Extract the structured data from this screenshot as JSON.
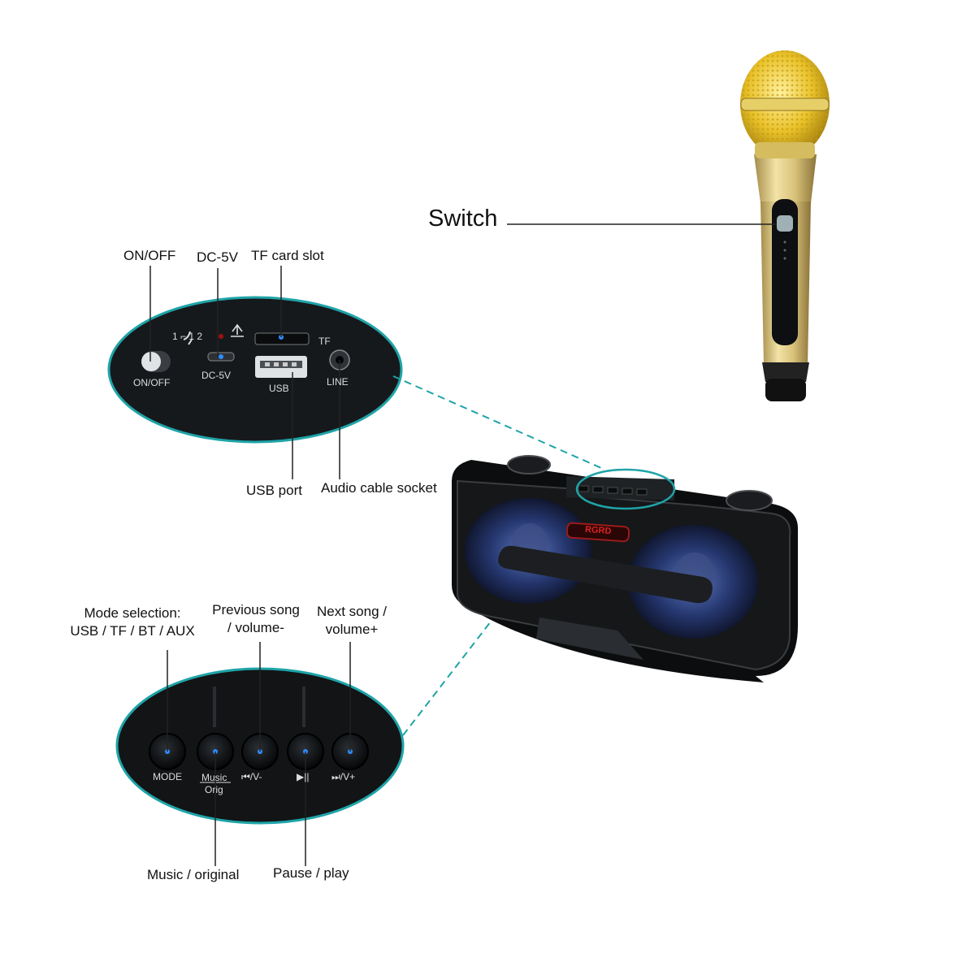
{
  "labels": {
    "switch": "Switch",
    "on_off": "ON/OFF",
    "dc_5v": "DC-5V",
    "tf_card_slot": "TF card slot",
    "usb_port": "USB port",
    "audio_cable_socket": "Audio cable socket",
    "mode_selection_line1": "Mode selection:",
    "mode_selection_line2": "USB / TF / BT / AUX",
    "previous_song_line1": "Previous song",
    "previous_song_line2": "/ volume-",
    "next_song_line1": "Next song /",
    "next_song_line2": "volume+",
    "music_original": "Music / original",
    "pause_play": "Pause / play"
  },
  "port_panel": {
    "on_off": "ON/OFF",
    "dc_5v": "DC-5V",
    "tf": "TF",
    "usb": "USB",
    "line": "LINE",
    "icon_marks": "1 ⌐ 1 2"
  },
  "button_panel": {
    "mode": "MODE",
    "music": "Music",
    "orig": "Orig",
    "prev": "⏮/V-",
    "play": "▶||",
    "next": "⏭/V+"
  },
  "speaker": {
    "brand": "RGRD"
  },
  "colors": {
    "accent": "#1fa4a8",
    "led": "#2e8cff",
    "panel": "#15181b"
  }
}
